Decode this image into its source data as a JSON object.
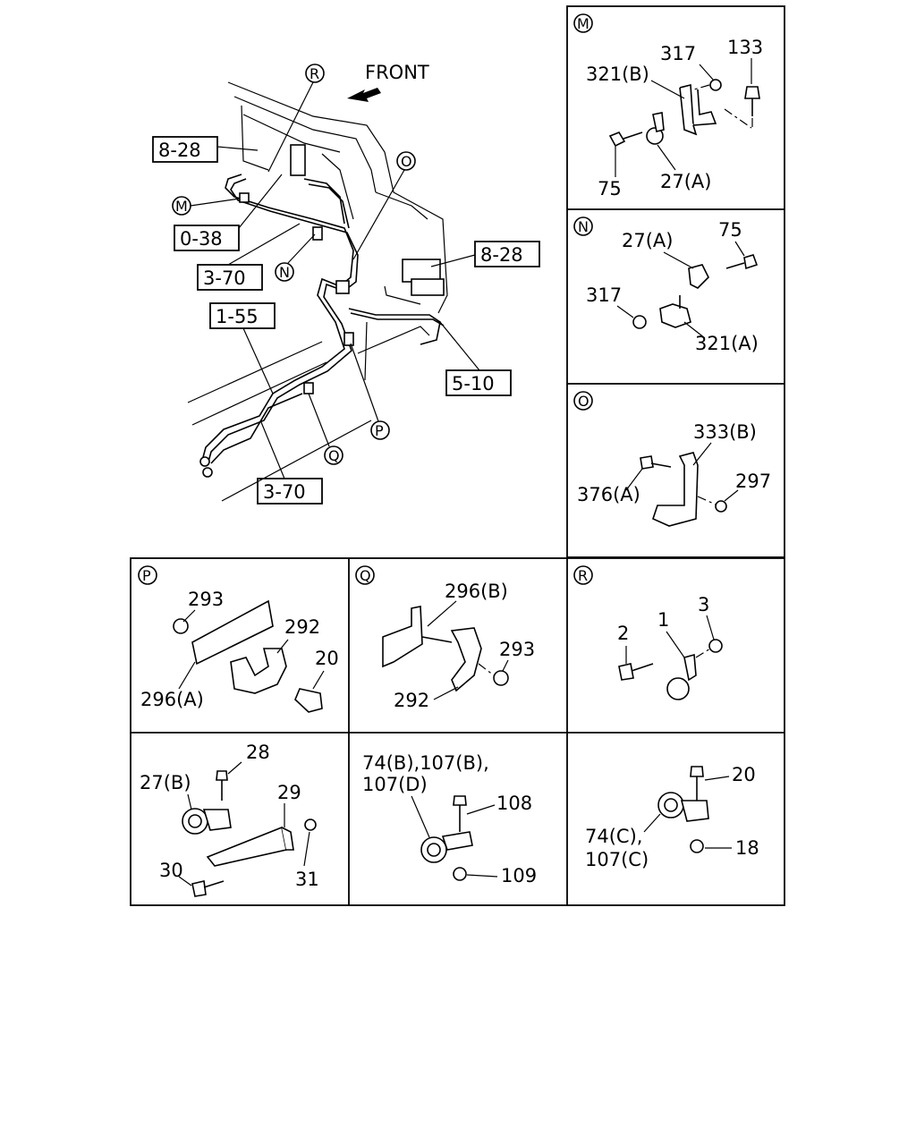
{
  "front_label": "FRONT",
  "ref_boxes": [
    "8-28",
    "0-38",
    "3-70",
    "1-55",
    "8-28",
    "5-10",
    "3-70"
  ],
  "main_callouts": [
    "R",
    "O",
    "M",
    "N",
    "P",
    "Q"
  ],
  "panels": {
    "M": {
      "tag": "M",
      "labels": [
        "317",
        "133",
        "321(B)",
        "75",
        "27(A)"
      ]
    },
    "N": {
      "tag": "N",
      "labels": [
        "27(A)",
        "75",
        "317",
        "321(A)"
      ]
    },
    "O": {
      "tag": "O",
      "labels": [
        "333(B)",
        "297",
        "376(A)"
      ]
    },
    "P": {
      "tag": "P",
      "labels": [
        "293",
        "292",
        "20",
        "296(A)"
      ]
    },
    "Q": {
      "tag": "Q",
      "labels": [
        "296(B)",
        "293",
        "292"
      ]
    },
    "R": {
      "tag": "R",
      "labels": [
        "3",
        "1",
        "2"
      ]
    },
    "S": {
      "labels": [
        "28",
        "27(B)",
        "29",
        "30",
        "31"
      ]
    },
    "T": {
      "labels": [
        "74(B),107(B),",
        "107(D)",
        "108",
        "109"
      ]
    },
    "U": {
      "labels": [
        "20",
        "74(C),",
        "107(C)",
        "18"
      ]
    }
  }
}
